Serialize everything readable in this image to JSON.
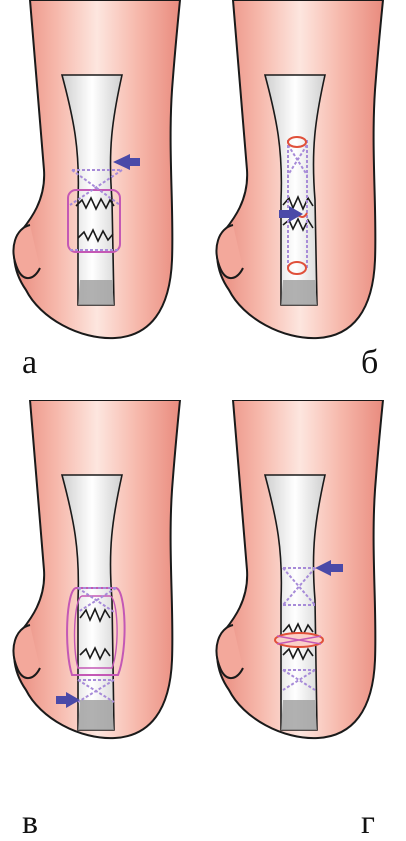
{
  "panels": [
    {
      "id": "a",
      "label": "а"
    },
    {
      "id": "b",
      "label": "б"
    },
    {
      "id": "c",
      "label": "в"
    },
    {
      "id": "d",
      "label": "г"
    }
  ],
  "colors": {
    "skin_light": "#fde3dc",
    "skin_mid": "#f6b7aa",
    "skin_dark": "#e98b7e",
    "outline": "#1a1a1a",
    "tendon_white": "#ffffff",
    "tendon_grey": "#bdbdbd",
    "suture_purple": "#a78bd8",
    "loop_magenta": "#c458b5",
    "arrow_blue": "#4a4aa8",
    "knot_red": "#e0503a"
  }
}
